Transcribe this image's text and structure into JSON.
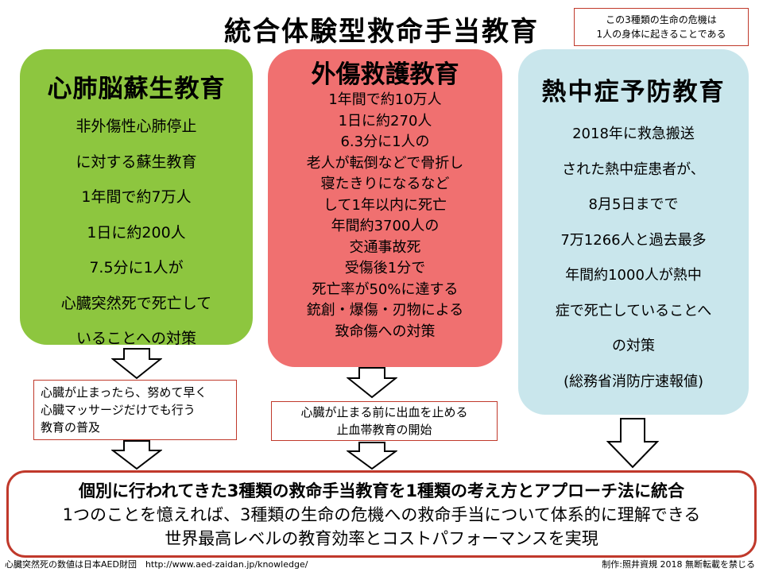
{
  "title": "統合体験型救命手当教育",
  "note": [
    "この3種類の生命の危機は",
    "1人の身体に起きることである"
  ],
  "cards": {
    "cpr": {
      "title": "心肺脳蘇生教育",
      "color": "#8dc63f",
      "lines": [
        "非外傷性心肺停止",
        "に対する蘇生教育",
        "1年間で約7万人",
        "1日に約200人",
        "7.5分に1人が",
        "心臓突然死で死亡して",
        "いることへの対策"
      ]
    },
    "trauma": {
      "title": "外傷救護教育",
      "color": "#f07070",
      "lines": [
        "1年間で約10万人",
        "1日に約270人",
        "6.3分に1人の",
        "老人が転倒などで骨折し",
        "寝たきりになるなど",
        "して1年以内に死亡",
        "年間約3700人の",
        "交通事故死",
        "受傷後1分で",
        "死亡率が50%に達する",
        "銃創・爆傷・刃物による",
        "致命傷への対策"
      ]
    },
    "heat": {
      "title": "熱中症予防教育",
      "color": "#c9e6ec",
      "lines": [
        "2018年に救急搬送",
        "された熱中症患者が、",
        "8月5日までで",
        "7万1266人と過去最多",
        "年間約1000人が熱中",
        "症で死亡していることへ",
        "の対策",
        "(総務省消防庁速報値)"
      ]
    }
  },
  "callouts": {
    "cpr": [
      "心臓が止まったら、努めて早く",
      "心臓マッサージだけでも行う",
      "教育の普及"
    ],
    "trauma": [
      "心臓が止まる前に出血を止める",
      "止血帯教育の開始"
    ]
  },
  "summary": [
    "個別に行われてきた3種類の救命手当教育を1種類の考え方とアプローチ法に統合",
    "1つのことを憶えれば、3種類の生命の危機への救命手当について体系的に理解できる",
    "世界最高レベルの教育効率とコストパフォーマンスを実現"
  ],
  "footer": {
    "left": "心臓突然死の数値は日本AED財団　http://www.aed-zaidan.jp/knowledge/",
    "right": "制作:照井資規 2018 無断転載を禁じる"
  },
  "accent_color": "#c0392b"
}
